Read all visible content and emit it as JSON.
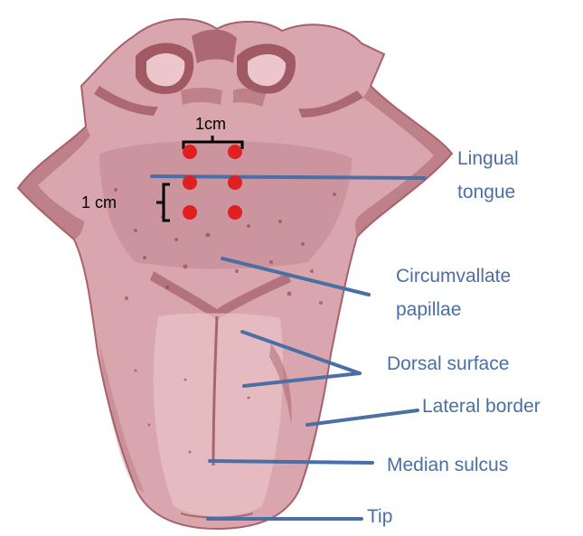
{
  "colors": {
    "label_text": "#4a6fa5",
    "leader_line": "#4a6fa5",
    "tongue_fill": "#d9a6ad",
    "tongue_dark": "#a8606b",
    "tongue_shadow": "#8e3f4c",
    "tongue_light": "#ecc6cb",
    "marker_dot": "#e02020",
    "bracket": "#000000",
    "dimension_text": "#000000"
  },
  "measurements": {
    "horizontal": "1cm",
    "vertical": "1 cm"
  },
  "labels": {
    "lingual_line1": "Lingual",
    "lingual_line2": "tongue",
    "circumvallate_line1": "Circumvallate",
    "circumvallate_line2": "papillae",
    "dorsal": "Dorsal surface",
    "lateral": "Lateral border",
    "median": "Median sulcus",
    "tip": "Tip"
  },
  "markers": {
    "dot_count": 6
  }
}
